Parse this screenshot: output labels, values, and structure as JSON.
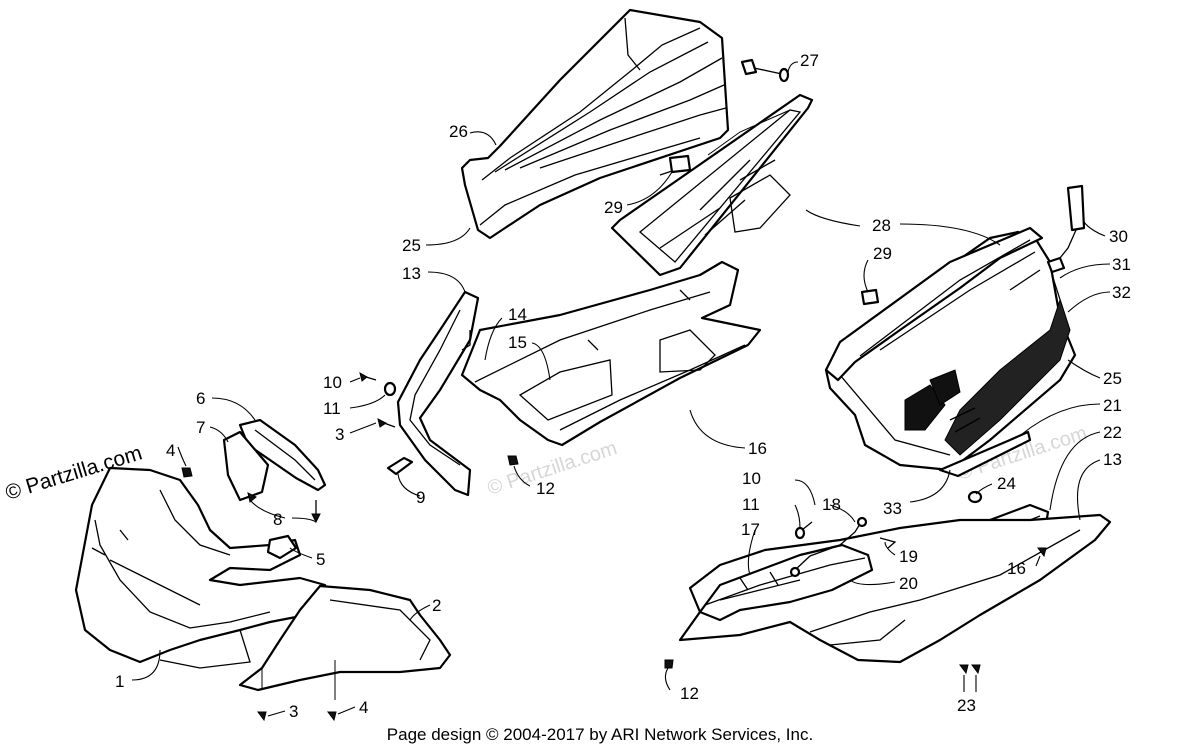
{
  "diagram": {
    "watermark": "© Partzilla.com",
    "faint_watermark": "© Partzilla.com",
    "footer": "Page design © 2004-2017 by ARI Network Services, Inc.",
    "callouts": {
      "c1": "1",
      "c2": "2",
      "c3a": "3",
      "c3b": "3",
      "c4a": "4",
      "c4b": "4",
      "c5": "5",
      "c6": "6",
      "c7": "7",
      "c8": "8",
      "c9": "9",
      "c10a": "10",
      "c10b": "10",
      "c11a": "11",
      "c11b": "11",
      "c12a": "12",
      "c12b": "12",
      "c13a": "13",
      "c13b": "13",
      "c14": "14",
      "c15": "15",
      "c16a": "16",
      "c16b": "16",
      "c17": "17",
      "c18": "18",
      "c19": "19",
      "c20": "20",
      "c21": "21",
      "c22": "22",
      "c23": "23",
      "c24": "24",
      "c25a": "25",
      "c25b": "25",
      "c26": "26",
      "c27": "27",
      "c28": "28",
      "c29a": "29",
      "c29b": "29",
      "c30": "30",
      "c31": "31",
      "c32": "32",
      "c33": "33"
    }
  }
}
